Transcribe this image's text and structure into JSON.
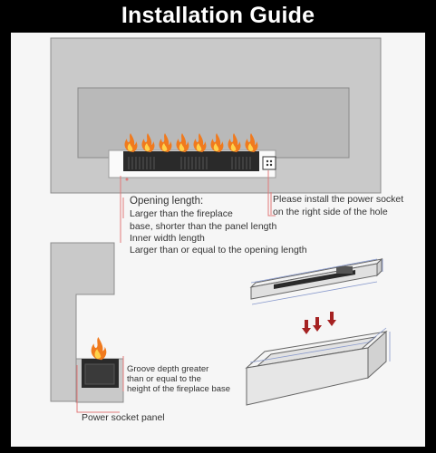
{
  "title": "Installation Guide",
  "callouts": {
    "opening_heading": "Opening length:",
    "opening_line1": "Larger than the fireplace",
    "opening_line2": "base, shorter than the panel length",
    "inner_line1": "Inner width length",
    "inner_line2": "Larger than or equal to the opening length",
    "socket_line1": "Please install the power socket",
    "socket_line2": "on the right side of the hole",
    "groove_line1": "Groove depth greater",
    "groove_line2": "than or equal to the",
    "groove_line3": "height of the fireplace base",
    "panel_label": "Power socket panel"
  },
  "colors": {
    "background": "#000000",
    "canvas": "#f6f6f6",
    "wall": "#c9c9c9",
    "opening": "#b9b9b9",
    "burner": "#2a2a2a",
    "flame": "#f07a1e",
    "callout_line": "#e27979",
    "dimension_line": "#8899cc",
    "arrow": "#a52222"
  },
  "icons": [
    "flame-icon",
    "power-socket-icon",
    "down-arrow-icon"
  ]
}
